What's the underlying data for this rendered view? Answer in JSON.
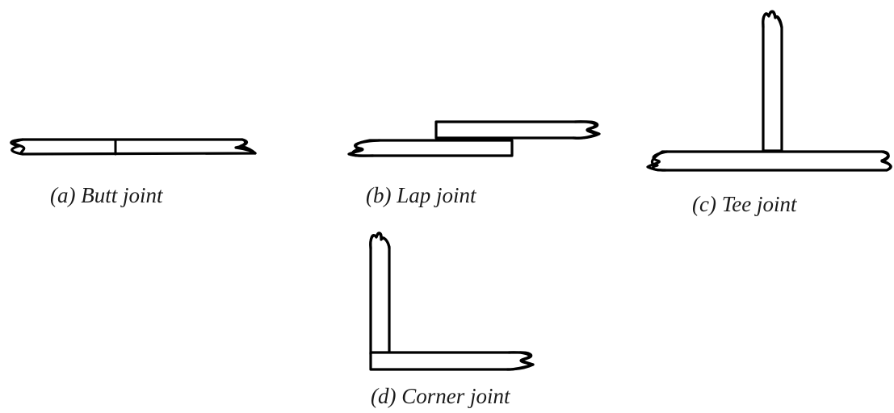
{
  "joints": {
    "butt": {
      "caption": "(a) Butt joint"
    },
    "lap": {
      "caption": "(b) Lap joint"
    },
    "tee": {
      "caption": "(c) Tee joint"
    },
    "corner": {
      "caption": "(d) Corner joint"
    }
  },
  "colors": {
    "line": "#000000",
    "background": "#ffffff"
  }
}
